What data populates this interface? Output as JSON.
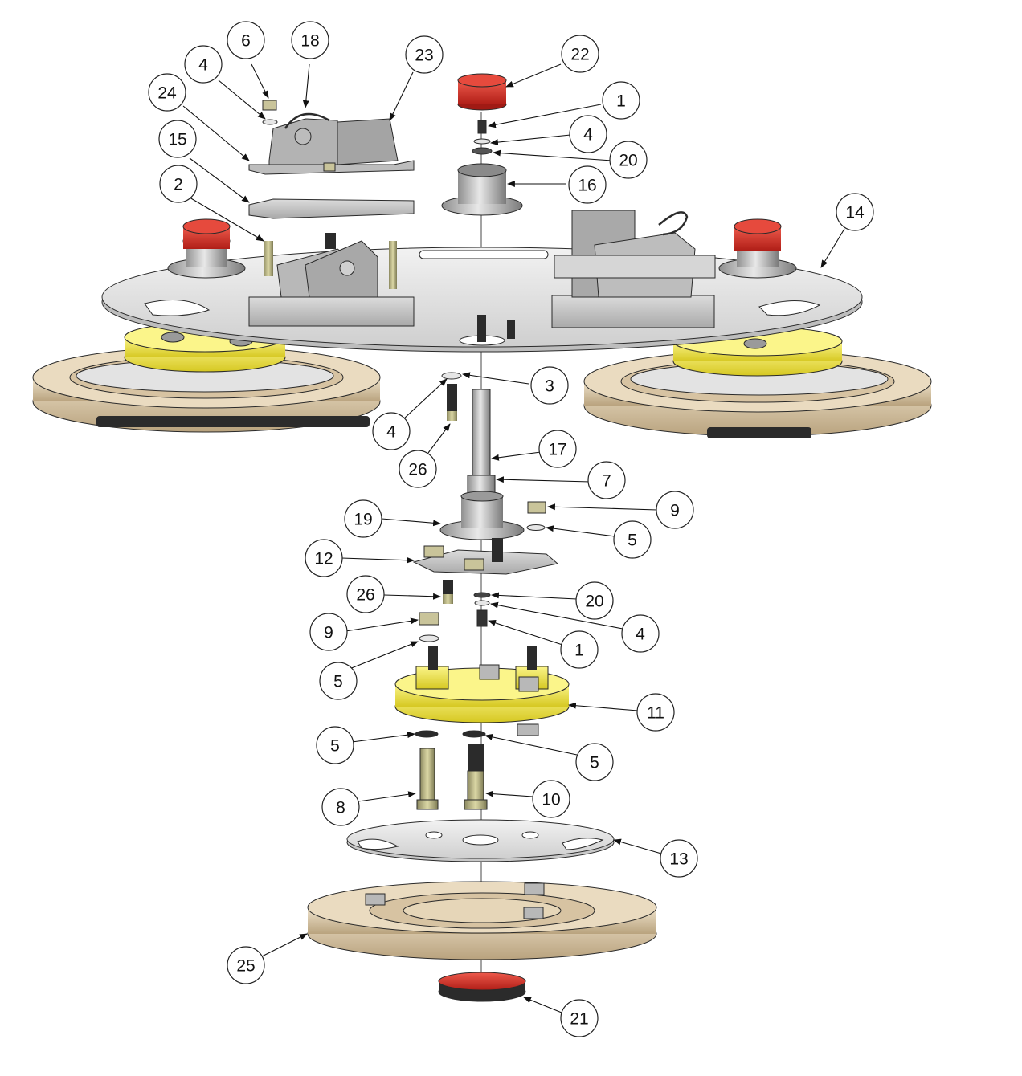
{
  "diagram": {
    "type": "exploded-assembly",
    "colors": {
      "plate": "#e6e6e6",
      "bracket": "#c9c9c9",
      "hub": "#f2e84a",
      "pad_ring": "#d9c7a8",
      "cap": "#d62a22",
      "dark": "#2b2b2b",
      "bolt": "#b9b48a",
      "bearing": "#bdbdbd"
    },
    "callouts": [
      {
        "id": "c6",
        "label": "6"
      },
      {
        "id": "c18",
        "label": "18"
      },
      {
        "id": "c4a",
        "label": "4"
      },
      {
        "id": "c23",
        "label": "23"
      },
      {
        "id": "c24",
        "label": "24"
      },
      {
        "id": "c15",
        "label": "15"
      },
      {
        "id": "c2",
        "label": "2"
      },
      {
        "id": "c22",
        "label": "22"
      },
      {
        "id": "c1a",
        "label": "1"
      },
      {
        "id": "c4b",
        "label": "4"
      },
      {
        "id": "c20a",
        "label": "20"
      },
      {
        "id": "c16",
        "label": "16"
      },
      {
        "id": "c14",
        "label": "14"
      },
      {
        "id": "c3",
        "label": "3"
      },
      {
        "id": "c4c",
        "label": "4"
      },
      {
        "id": "c26a",
        "label": "26"
      },
      {
        "id": "c17",
        "label": "17"
      },
      {
        "id": "c7",
        "label": "7"
      },
      {
        "id": "c19",
        "label": "19"
      },
      {
        "id": "c9a",
        "label": "9"
      },
      {
        "id": "c5a",
        "label": "5"
      },
      {
        "id": "c12",
        "label": "12"
      },
      {
        "id": "c26b",
        "label": "26"
      },
      {
        "id": "c20b",
        "label": "20"
      },
      {
        "id": "c4d",
        "label": "4"
      },
      {
        "id": "c9b",
        "label": "9"
      },
      {
        "id": "c1b",
        "label": "1"
      },
      {
        "id": "c5b",
        "label": "5"
      },
      {
        "id": "c11",
        "label": "11"
      },
      {
        "id": "c5c",
        "label": "5"
      },
      {
        "id": "c5d",
        "label": "5"
      },
      {
        "id": "c8",
        "label": "8"
      },
      {
        "id": "c10",
        "label": "10"
      },
      {
        "id": "c13",
        "label": "13"
      },
      {
        "id": "c25",
        "label": "25"
      },
      {
        "id": "c21",
        "label": "21"
      }
    ]
  }
}
